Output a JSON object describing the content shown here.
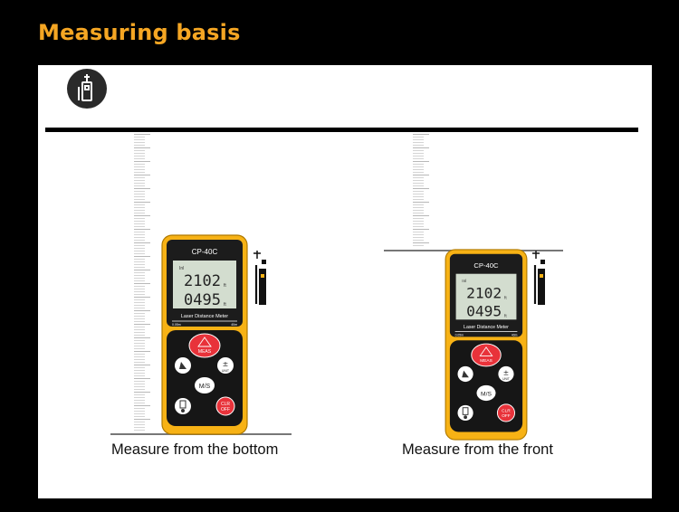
{
  "title": "Measuring basis",
  "icon": "laser-meter-icon",
  "devices": [
    {
      "model": "CP-40C",
      "lcd": {
        "mode": "Inl",
        "line1": "2102",
        "line2": "0495",
        "unit1": "ft",
        "unit2": "ft"
      },
      "band": "Laser Distance Meter",
      "scale_min": "0.05m",
      "scale_max": "40m",
      "buttons": {
        "meas": "MEAS",
        "unit": "UNIT",
        "ms": "M/S",
        "clr": "CLR",
        "off": "OFF"
      },
      "caption": "Measure from the bottom"
    },
    {
      "model": "CP-40C",
      "lcd": {
        "mode": "Inl",
        "line1": "2102",
        "line2": "0495",
        "unit1": "ft",
        "unit2": "ft"
      },
      "band": "Laser Distance Meter",
      "scale_min": "0.05m",
      "scale_max": "40m",
      "buttons": {
        "meas": "MEAS",
        "unit": "UNIT",
        "ms": "M/S",
        "clr": "CLR",
        "off": "OFF"
      },
      "caption": "Measure from the front"
    }
  ],
  "colors": {
    "accent": "#f5a623",
    "device_body": "#f7b215",
    "panel": "#ffffff",
    "meas_button": "#e8323a"
  }
}
